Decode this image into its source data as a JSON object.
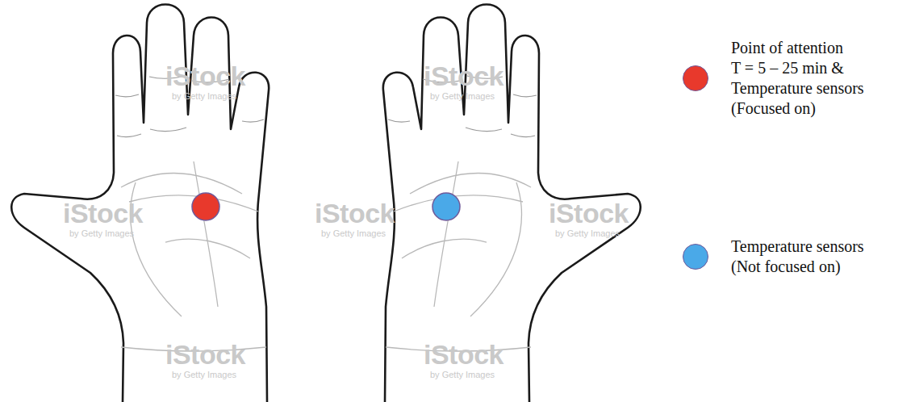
{
  "diagram": {
    "labels": [
      "iStock",
      "by Getty Images",
      "iStock",
      "by Getty Images",
      "iStock",
      "by Getty Images",
      "iStock",
      "by Getty Images",
      "iStock",
      "by Getty Images",
      "iStock",
      "by Getty Images",
      "iStock",
      "by Getty Images"
    ],
    "legend": [
      {
        "text": "Point of attention T = 5 – 25 min & Temperature sensors (Focused on)",
        "color": "#e8392c"
      },
      {
        "text": "Temperature sensors (Not focused on)",
        "color": "#4aa9e8"
      }
    ]
  }
}
